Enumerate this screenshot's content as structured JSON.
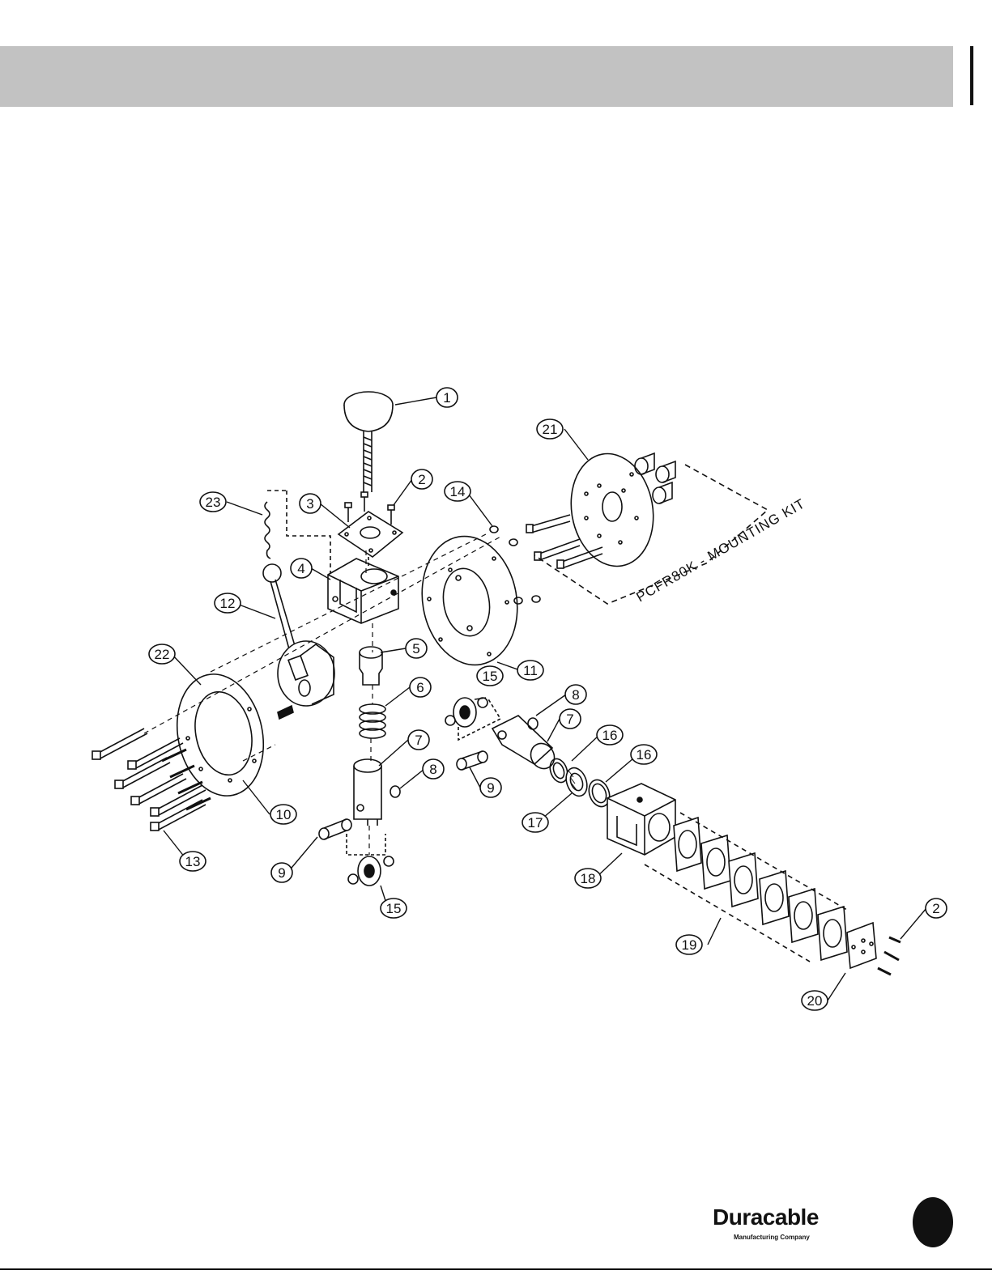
{
  "header": {
    "title": ""
  },
  "diagram": {
    "kit_label": "PCFR80K - MOUNTING KIT",
    "callouts": [
      "1",
      "2",
      "3",
      "4",
      "5",
      "6",
      "7",
      "8",
      "9",
      "10",
      "11",
      "12",
      "13",
      "14",
      "15",
      "16",
      "17",
      "18",
      "19",
      "20",
      "21",
      "22",
      "23"
    ],
    "parts": [
      {
        "n": "1",
        "label": "1"
      },
      {
        "n": "2",
        "label": "2"
      },
      {
        "n": "2b",
        "label": "2"
      },
      {
        "n": "3",
        "label": "3"
      },
      {
        "n": "4",
        "label": "4"
      },
      {
        "n": "5",
        "label": "5"
      },
      {
        "n": "6",
        "label": "6"
      },
      {
        "n": "7",
        "label": "7"
      },
      {
        "n": "7b",
        "label": "7"
      },
      {
        "n": "8",
        "label": "8"
      },
      {
        "n": "8b",
        "label": "8"
      },
      {
        "n": "9",
        "label": "9"
      },
      {
        "n": "9b",
        "label": "9"
      },
      {
        "n": "10",
        "label": "10"
      },
      {
        "n": "11",
        "label": "11"
      },
      {
        "n": "12",
        "label": "12"
      },
      {
        "n": "13",
        "label": "13"
      },
      {
        "n": "14",
        "label": "14"
      },
      {
        "n": "15",
        "label": "15"
      },
      {
        "n": "15b",
        "label": "15"
      },
      {
        "n": "16",
        "label": "16"
      },
      {
        "n": "16b",
        "label": "16"
      },
      {
        "n": "17",
        "label": "17"
      },
      {
        "n": "18",
        "label": "18"
      },
      {
        "n": "19",
        "label": "19"
      },
      {
        "n": "20",
        "label": "20"
      },
      {
        "n": "21",
        "label": "21"
      },
      {
        "n": "22",
        "label": "22"
      },
      {
        "n": "23",
        "label": "23"
      }
    ]
  },
  "footer": {
    "logo_text": "Duracable",
    "logo_subtext": "Manufacturing Company",
    "page_number": ""
  }
}
